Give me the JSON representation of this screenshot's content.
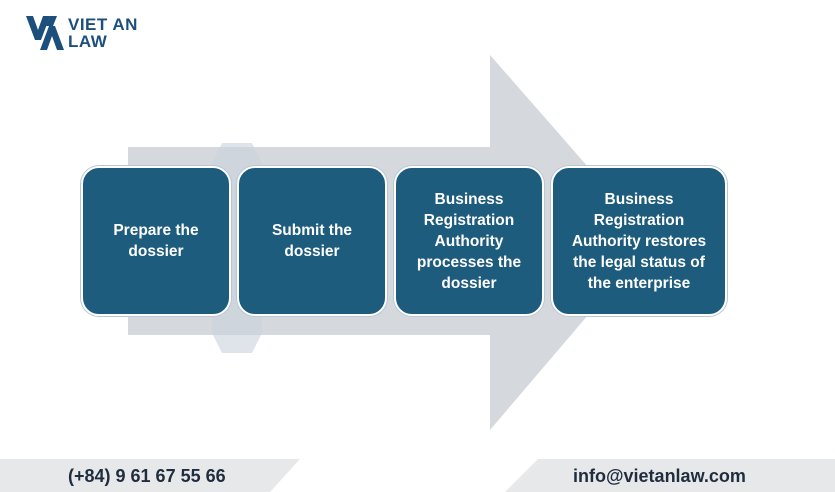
{
  "brand": {
    "logo_line1": "VIET AN",
    "logo_line2": "LAW"
  },
  "steps": [
    {
      "label": "Prepare the dossier"
    },
    {
      "label": "Submit the dossier"
    },
    {
      "label": "Business Registration Authority processes the dossier"
    },
    {
      "label": "Business Registration Authority restores the legal status of the enterprise"
    }
  ],
  "footer": {
    "phone": "(+84) 9 61 67 55 66",
    "email": "info@vietanlaw.com"
  },
  "colors": {
    "step_fill": "#1e5c7e",
    "arrow_fill": "#d5d9de",
    "brand": "#1d4f7c"
  }
}
